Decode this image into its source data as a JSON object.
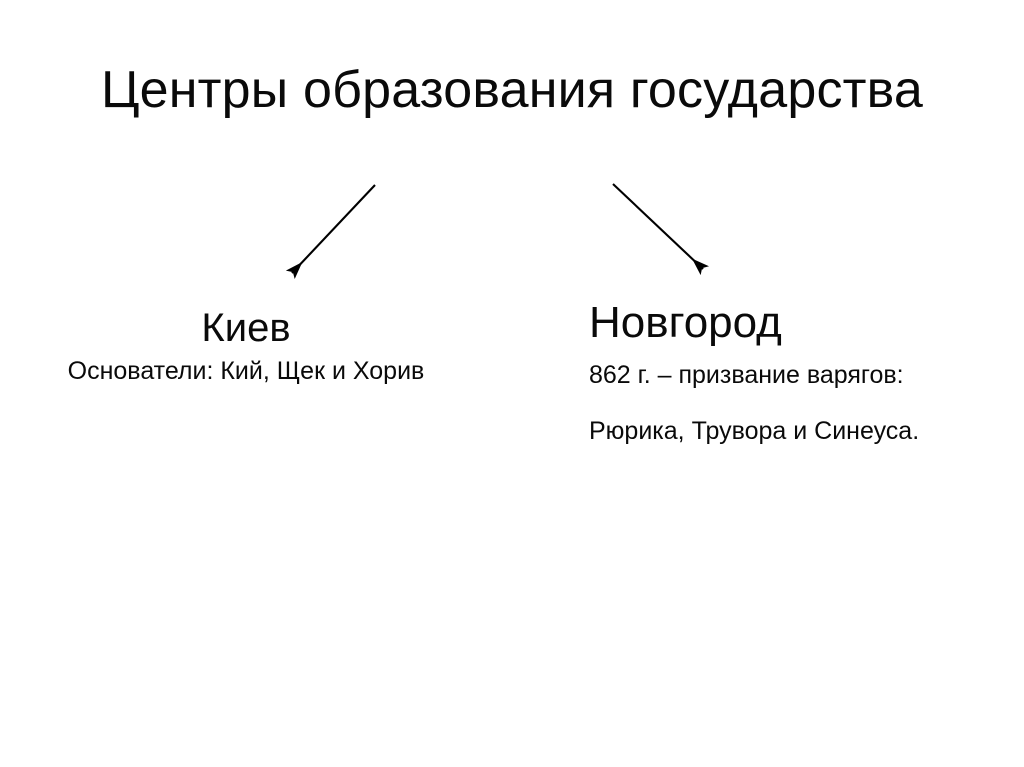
{
  "slide": {
    "title": "Центры образования государства",
    "background_color": "#ffffff",
    "text_color": "#0a0a0a"
  },
  "branches": [
    {
      "id": "kiev",
      "heading": "Киев",
      "lines": [
        "Основатели: Кий, Щек и Хорив"
      ]
    },
    {
      "id": "novgorod",
      "heading": "Новгород",
      "lines": [
        "862 г. – призвание варягов:",
        "Рюрика, Трувора и Синеуса."
      ]
    }
  ],
  "connectors": [
    {
      "id": "arrow-to-kiev",
      "direction": "down-left",
      "color": "#000000"
    },
    {
      "id": "arrow-to-novgorod",
      "direction": "down-right",
      "color": "#000000"
    }
  ]
}
